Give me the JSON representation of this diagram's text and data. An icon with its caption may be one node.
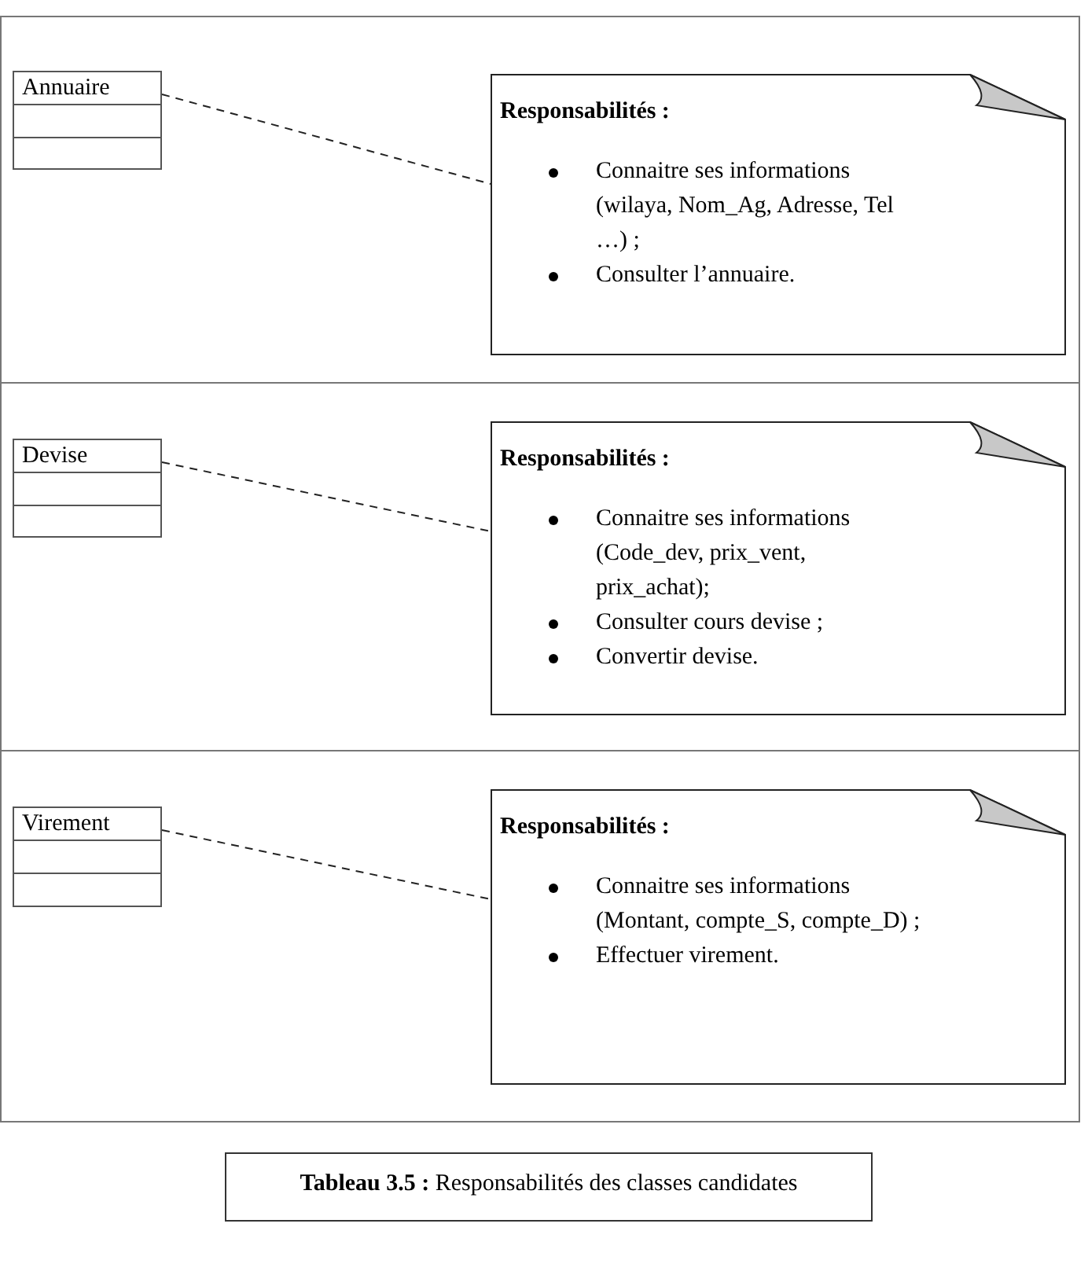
{
  "diagram": {
    "caption": "**Tableau 3.5 :** Responsabilités des classes candidates",
    "nodes": [
      {
        "text": [
          "Annuaire"
        ]
      },
      {
        "text": [
          "Responsabilités :",
          "Connaitre ses informations (wilaya, Nom_Ag, Adresse, Tel …) ;",
          "Consulter l’annuaire."
        ]
      },
      {
        "text": [
          "Devise"
        ]
      },
      {
        "text": [
          "Responsabilités :",
          "Connaitre ses informations (Code_dev, prix_vent, prix_achat);",
          "Consulter cours devise ;",
          "Convertir devise."
        ]
      },
      {
        "text": [
          "Virement"
        ]
      },
      {
        "text": [
          "Responsabilités :",
          "Connaitre ses informations (Montant, compte_S, compte_D) ;",
          "Effectuer virement."
        ]
      }
    ],
    "edges": [
      {
        "from": 0,
        "to": 1,
        "arrow": "none",
        "style": "dashed"
      },
      {
        "from": 2,
        "to": 3,
        "arrow": "none",
        "style": "dashed"
      },
      {
        "from": 4,
        "to": 5,
        "arrow": "none",
        "style": "dashed"
      }
    ]
  }
}
